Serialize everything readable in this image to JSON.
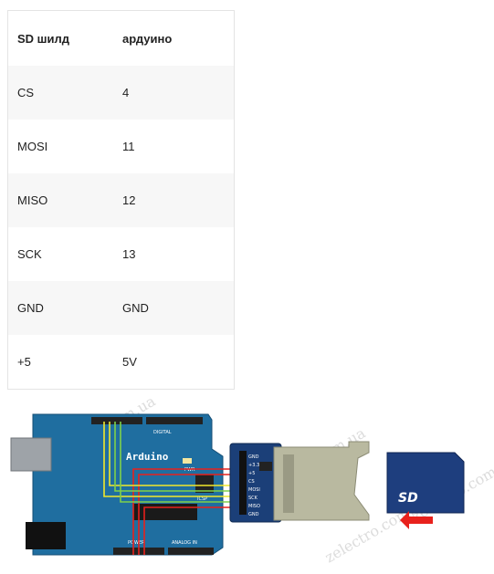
{
  "table": {
    "headers": [
      "SD шилд",
      "ардуино"
    ],
    "rows": [
      [
        "CS",
        "4"
      ],
      [
        "MOSI",
        "11"
      ],
      [
        "MISO",
        "12"
      ],
      [
        "SCK",
        "13"
      ],
      [
        "GND",
        "GND"
      ],
      [
        "+5",
        "5V"
      ]
    ]
  },
  "diagram": {
    "arduino_logo": "Arduino",
    "digital_label": "DIGITAL",
    "power_label": "POWER",
    "analog_label": "ANALOG IN",
    "icsp_label": "ICSP",
    "pwr_label": "PWR",
    "sd_pins": [
      "GND",
      "+3.3",
      "+5",
      "CS",
      "MOSI",
      "SCK",
      "MISO",
      "GND"
    ],
    "sd_card_logo": "SD",
    "watermark": "zelectro.com.ua",
    "colors": {
      "board": "#1f6ea0",
      "module": "#1b3f78",
      "wire_red": "#e8211c",
      "wire_yellow": "#f2e82a",
      "wire_green": "#7fd14a",
      "arrow": "#e8211c"
    }
  }
}
